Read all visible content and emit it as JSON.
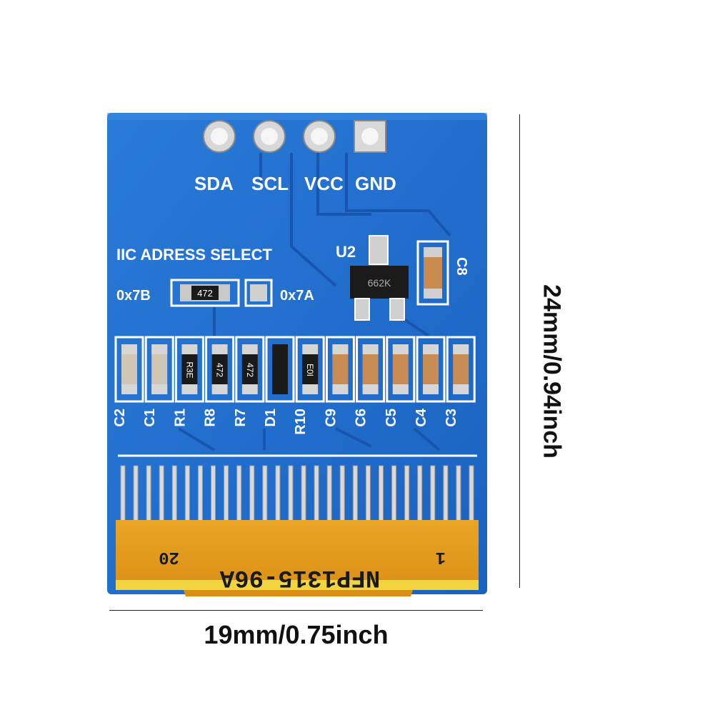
{
  "board": {
    "pin_labels": [
      "SDA",
      "SCL",
      "VCC",
      "GND"
    ],
    "address_title": "IIC ADRESS SELECT",
    "addr_left": "0x7B",
    "addr_right": "0x7A",
    "u2": "U2",
    "u2_marking": "662K",
    "c8": "C8",
    "resistor_marking": "472",
    "component_labels": [
      "C2",
      "C1",
      "R1",
      "R8",
      "R7",
      "D1",
      "R10",
      "C9",
      "C6",
      "C5",
      "C4",
      "C3"
    ],
    "component_markings": [
      "",
      "",
      "R3E",
      "472",
      "472",
      "",
      "E0I",
      "",
      "",
      "",
      "",
      ""
    ],
    "flex_marking": "NFP1315-96A",
    "flex_pin_20": "20",
    "flex_pin_1": "1"
  },
  "dimensions": {
    "width": "19mm/0.75inch",
    "height": "24mm/0.94inch"
  },
  "colors": {
    "pcb_blue": "#1e6fd0",
    "pcb_blue_dark": "#1758b0",
    "pad_silver": "#d4d4d4",
    "flex_orange": "#e6a020",
    "flex_yellow": "#f4d43a",
    "silkscreen": "#ffffff"
  }
}
